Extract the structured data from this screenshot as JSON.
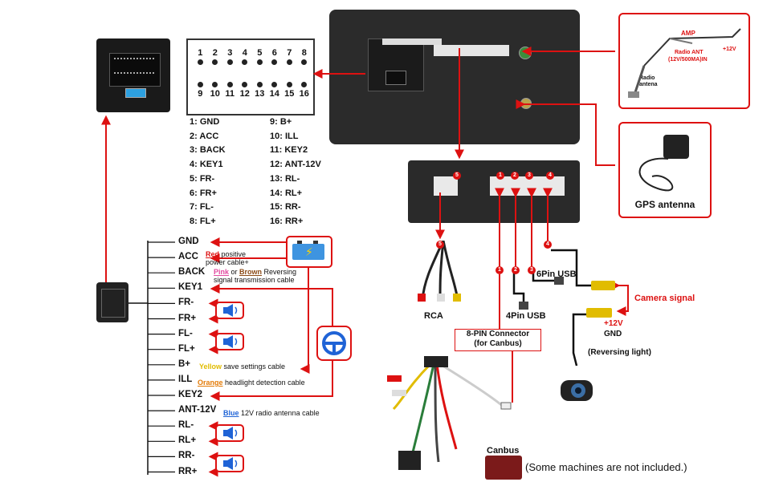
{
  "pin_numbers_top": [
    "1",
    "2",
    "3",
    "4",
    "5",
    "6",
    "7",
    "8"
  ],
  "pin_numbers_bottom": [
    "9",
    "10",
    "11",
    "12",
    "13",
    "14",
    "15",
    "16"
  ],
  "pinout_left": [
    "1:  GND",
    "2:  ACC",
    "3:  BACK",
    "4:  KEY1",
    "5:  FR-",
    "6:  FR+",
    "7:  FL-",
    "8:  FL+"
  ],
  "pinout_right": [
    "9:    B+",
    "10:  ILL",
    "11:  KEY2",
    "12:  ANT-12V",
    "13:  RL-",
    "14:  RL+",
    "15:  RR-",
    "16:  RR+"
  ],
  "wires": [
    "GND",
    "ACC",
    "BACK",
    "KEY1",
    "FR-",
    "FR+",
    "FL-",
    "FL+",
    "B+",
    "ILL",
    "KEY2",
    "ANT-12V",
    "RL-",
    "RL+",
    "RR-",
    "RR+"
  ],
  "notes": {
    "acc_color": "Red",
    "acc_rest1": " positive",
    "acc_rest2": "power cable+",
    "back_pink": "Pink",
    "back_or": " or ",
    "back_brown": "Brown",
    "back_rest1": " Reversing",
    "back_rest2": "signal transmission cable",
    "bplus_color": "Yellow",
    "bplus_rest": " save settings cable",
    "ill_color": "Orange",
    "ill_rest": " headlight detection cable",
    "ant_color": "Blue",
    "ant_rest": " 12V radio antenna cable"
  },
  "antenna_box": {
    "amp": "AMP",
    "radio_ant": "Radio ANT",
    "radio_ant_spec": "(12V/500MA)IN",
    "plus12": "+12V",
    "radio_antena": "Radio antena"
  },
  "gps_label": "GPS antenna",
  "connector_numbers": [
    "5",
    "1",
    "2",
    "3",
    "4"
  ],
  "rca_label": "RCA",
  "usb6_label": "6Pin USB",
  "usb4_label": "4Pin USB",
  "camera_signal": "Camera signal",
  "plus12v": "+12V",
  "gnd_label": "GND",
  "reversing_light": "(Reversing light)",
  "canbus_8pin_line1": "8-PIN Connector",
  "canbus_8pin_line2": "(for Canbus)",
  "canbus_label": "Canbus",
  "footnote": "(Some machines are not included.)",
  "colors": {
    "accent": "#d11111",
    "speaker_blue": "#1f63d6"
  }
}
